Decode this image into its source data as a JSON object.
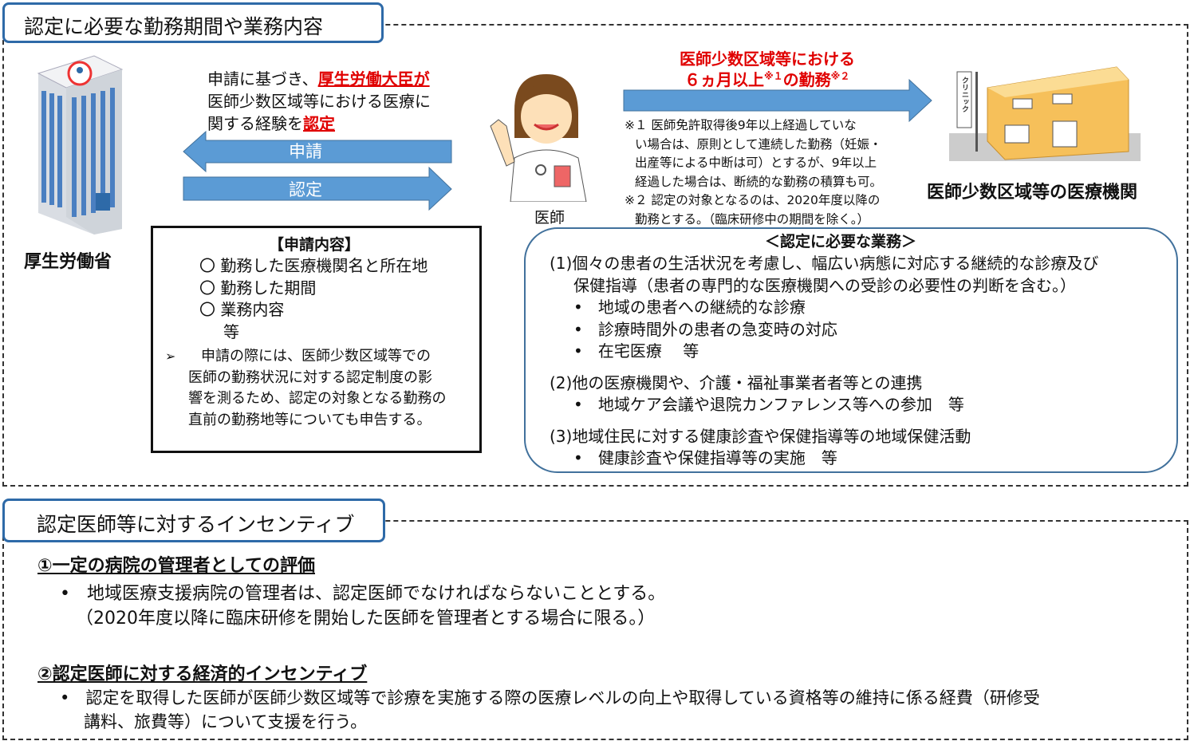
{
  "section1": {
    "title": "認定に必要な勤務期間や業務内容"
  },
  "ministry": {
    "label": "厚生労働省"
  },
  "cert_text": {
    "l1_a": "申請に基づき、",
    "l1_b": "厚生労働大臣が",
    "l2": "医師少数区域等における医療に",
    "l3_a": "関する経験を",
    "l3_b": "認定"
  },
  "arrows": {
    "apply": "申請",
    "certify": "認定"
  },
  "doctor": {
    "label": "医師"
  },
  "duty": {
    "l1": "医師少数区域等における",
    "l2_a": "６ヵ月以上",
    "l2_sup1": "※１",
    "l2_b": "の勤務",
    "l2_sup2": "※２"
  },
  "notes": [
    "※１ 医師免許取得後9年以上経過していな",
    "い場合は、原則として連続した勤務（妊娠・",
    "出産等による中断は可）とするが、9年以上",
    "経過した場合は、断続的な勤務の積算も可。",
    "※２ 認定の対象となるのは、2020年度以降の",
    "勤務とする。（臨床研修中の期間を除く。）"
  ],
  "clinic": {
    "sign": "クリニック",
    "label": "医師少数区域等の医療機関"
  },
  "application": {
    "title": "【申請内容】",
    "items": [
      "〇 勤務した医療機関名と所在地",
      "〇 勤務した期間",
      "〇 業務内容",
      "等"
    ],
    "arrow_mark": "➢",
    "note": [
      "申請の際には、医師少数区域等での",
      "医師の勤務状況に対する認定制度の影",
      "響を測るため、認定の対象となる勤務の",
      "直前の勤務地等についても申告する。"
    ]
  },
  "duties": {
    "title": "＜認定に必要な業務＞",
    "items": [
      {
        "head": "(1)個々の患者の生活状況を考慮し、幅広い病態に対応する継続的な診療及び",
        "head2": "保健指導（患者の専門的な医療機関への受診の必要性の判断を含む。）",
        "bullets": [
          "地域の患者への継続的な診療",
          "診療時間外の患者の急変時の対応",
          "在宅医療　 等"
        ]
      },
      {
        "head": "(2)他の医療機関や、介護・福祉事業者者等との連携",
        "bullets": [
          "地域ケア会議や退院カンファレンス等への参加　等"
        ]
      },
      {
        "head": "(3)地域住民に対する健康診査や保健指導等の地域保健活動",
        "bullets": [
          "健康診査や保健指導等の実施　等"
        ]
      }
    ]
  },
  "section2": {
    "title": "認定医師等に対するインセンティブ",
    "i1_head": "①一定の病院の管理者としての評価",
    "i1_bullet": "地域医療支援病院の管理者は、認定医師でなければならないこととする。",
    "i1_sub": "（2020年度以降に臨床研修を開始した医師を管理者とする場合に限る。）",
    "i2_head": "②認定医師に対する経済的インセンティブ",
    "i2_bullet1": "認定を取得した医師が医師少数区域等で診療を実施する際の医療レベルの向上や取得している資格等の維持に係る経費（研修受",
    "i2_bullet2": "講料、旅費等）について支援を行う。"
  },
  "colors": {
    "accent": "#2e6aa8",
    "arrow": "#5b9bd5",
    "red": "#e00000"
  }
}
